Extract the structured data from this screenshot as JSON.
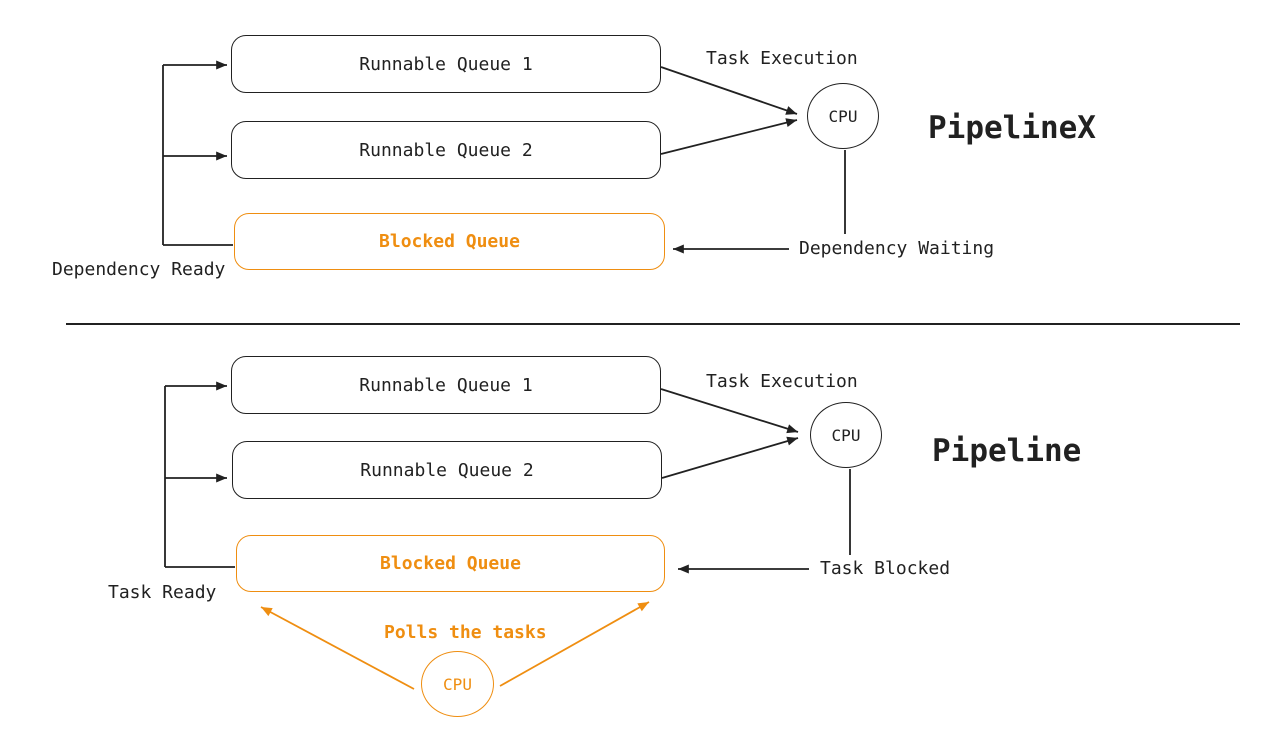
{
  "colors": {
    "ink": "#212121",
    "accent": "#ef8e11",
    "background": "#ffffff"
  },
  "top": {
    "title": "PipelineX",
    "queue1": "Runnable Queue 1",
    "queue2": "Runnable Queue 2",
    "blocked_queue": "Blocked Queue",
    "cpu": "CPU",
    "task_execution": "Task Execution",
    "dependency_waiting": "Dependency Waiting",
    "dependency_ready": "Dependency Ready"
  },
  "bottom": {
    "title": "Pipeline",
    "queue1": "Runnable Queue 1",
    "queue2": "Runnable Queue 2",
    "blocked_queue": "Blocked Queue",
    "cpu": "CPU",
    "task_execution": "Task Execution",
    "task_blocked": "Task Blocked",
    "task_ready": "Task Ready",
    "polls_the_tasks": "Polls the tasks",
    "poller_cpu": "CPU"
  }
}
